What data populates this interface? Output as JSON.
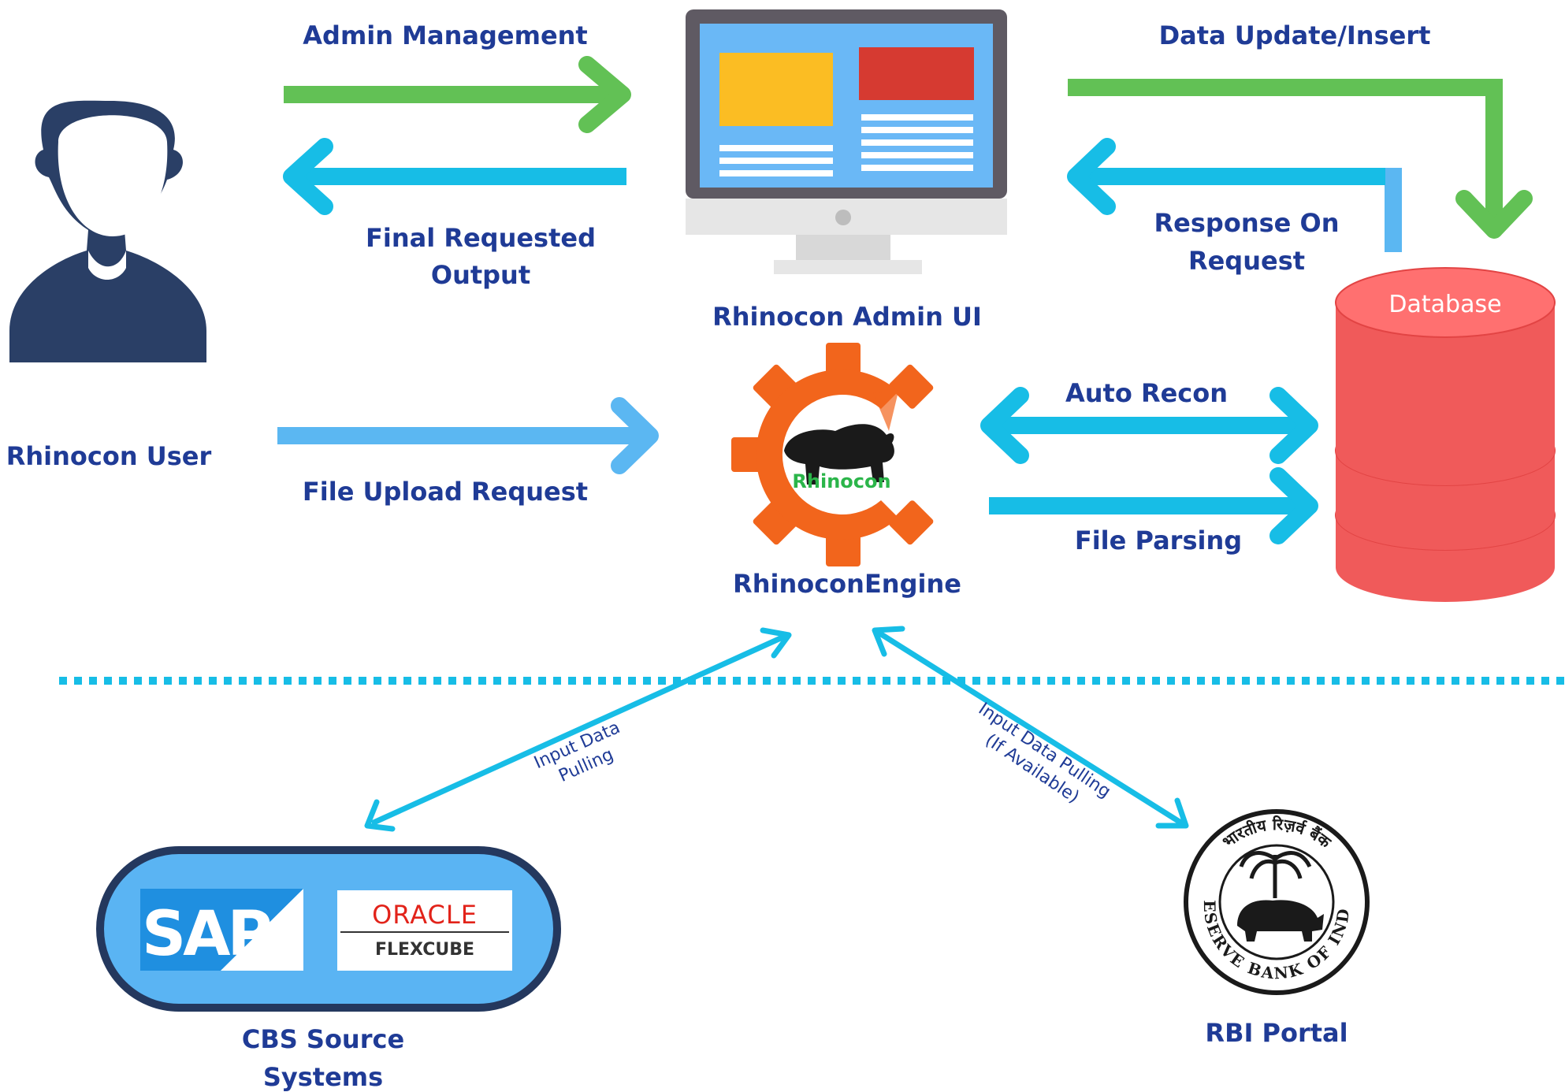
{
  "labels": {
    "admin_management": "Admin Management",
    "data_update_insert": "Data Update/Insert",
    "final_requested_line1": "Final Requested",
    "final_requested_line2": "Output",
    "response_line1": "Response On",
    "response_line2": "Request",
    "admin_ui": "Rhinocon Admin UI",
    "rhinocon_user": "Rhinocon User",
    "database": "Database",
    "auto_recon": "Auto Recon",
    "file_upload_request": "File Upload Request",
    "file_parsing": "File Parsing",
    "engine": "RhinoconEngine",
    "engine_logo_text": "Rhinocon",
    "input_pull_line1": "Input Data",
    "input_pull_line2": "Pulling",
    "input_pull_if_line1": "Input Data Pulling",
    "input_pull_if_line2": "(If Available)",
    "cbs_line1": "CBS Source",
    "cbs_line2": "Systems",
    "rbi_portal": "RBI Portal",
    "sap_logo": "SAP",
    "oracle_logo": "ORACLE",
    "flexcube_logo": "FLEXCUBE",
    "rbi_seal_text": "RESERVE BANK OF INDIA",
    "rbi_seal_hindi": "भारतीय रिज़र्व बैंक"
  },
  "colors": {
    "green_arrow": "#62c155",
    "cyan_arrow": "#17bde6",
    "light_blue_arrow": "#5bb7f2",
    "label_text": "#1f3b96",
    "user_icon": "#2a3f66",
    "db_red": "#f05a5a",
    "gear_orange": "#f2651c",
    "cbs_fill": "#5ab4f3",
    "cbs_border": "#24385e"
  },
  "icons": {
    "user": "person-silhouette-icon",
    "admin_ui": "desktop-monitor-icon",
    "engine": "gear-icon",
    "database": "cylinder-database-icon",
    "rbi": "seal-logo-icon"
  }
}
